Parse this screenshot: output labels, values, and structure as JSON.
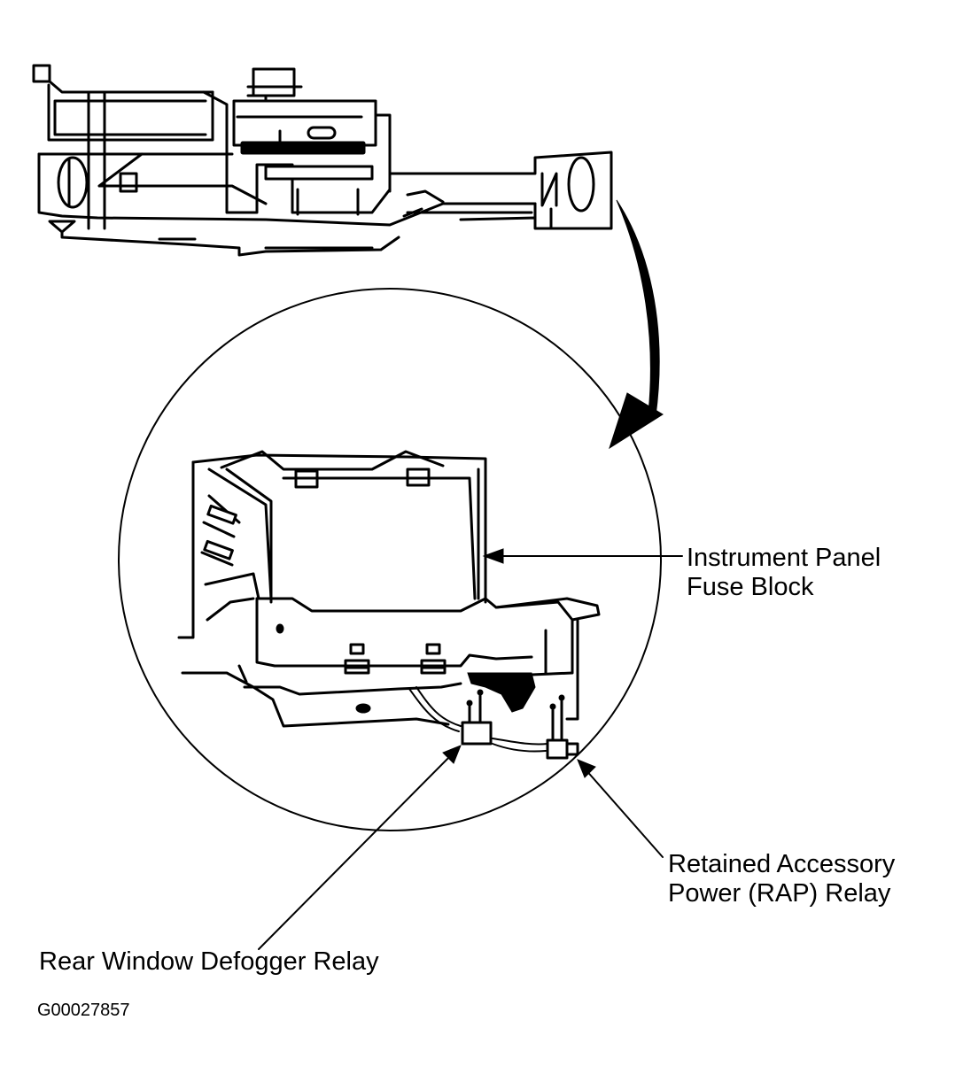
{
  "labels": {
    "fuse_block_line1": "Instrument Panel",
    "fuse_block_line2": "Fuse Block",
    "rap_relay_line1": "Retained Accessory",
    "rap_relay_line2": "Power (RAP) Relay",
    "defogger_relay": "Rear Window Defogger Relay"
  },
  "figure_code": "G00027857",
  "colors": {
    "ink": "#000000",
    "paper": "#ffffff"
  }
}
